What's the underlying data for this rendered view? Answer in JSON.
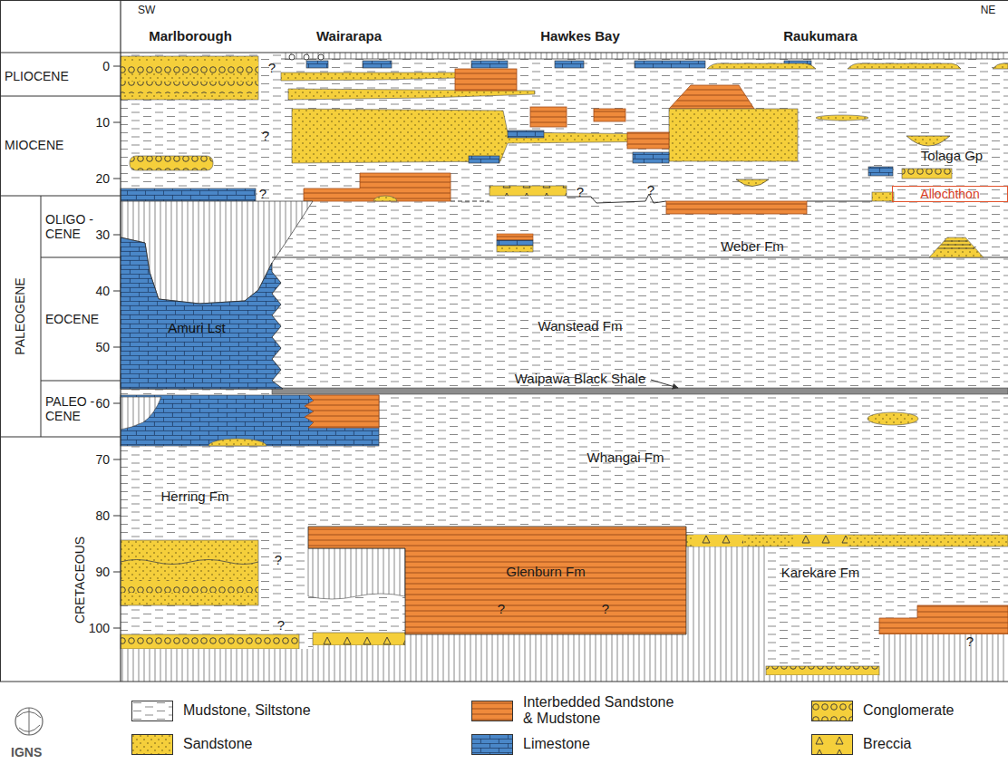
{
  "diagram": {
    "nodes": [
      {
        "text": [
          "Allochthon"
        ]
      },
      {
        "text": [
          "Amuri Lst"
        ]
      },
      {
        "text": [
          "Glenburn Fm"
        ]
      }
    ],
    "labels": [
      "SW",
      "NE",
      "Marlborough",
      "Wairarapa",
      "Hawkes Bay",
      "Raukumara",
      "PLIOCENE",
      "MIOCENE",
      "OLIGO -CENE",
      "PALEOGENE",
      "EOCENE",
      "PALEO -CENE",
      "CRETACEOUS",
      "0",
      "10",
      "20",
      "30",
      "40",
      "50",
      "60",
      "70",
      "80",
      "90",
      "100",
      "?",
      "?",
      "?",
      "?",
      "?",
      "?",
      "?",
      "?",
      "?",
      "?",
      "Tolaga Gp",
      "Weber Fm",
      "Wanstead Fm",
      "Waipawa Black Shale",
      "Whangai Fm",
      "Herring Fm",
      "Karekare Fm",
      "IGNS"
    ],
    "legend": [
      {
        "text": "Mudstone, Siltstone"
      },
      {
        "text": "Interbedded Sandstone & Mudstone"
      },
      {
        "text": "Conglomerate"
      },
      {
        "text": "Sandstone"
      },
      {
        "text": "Limestone"
      },
      {
        "text": "Breccia"
      }
    ]
  }
}
